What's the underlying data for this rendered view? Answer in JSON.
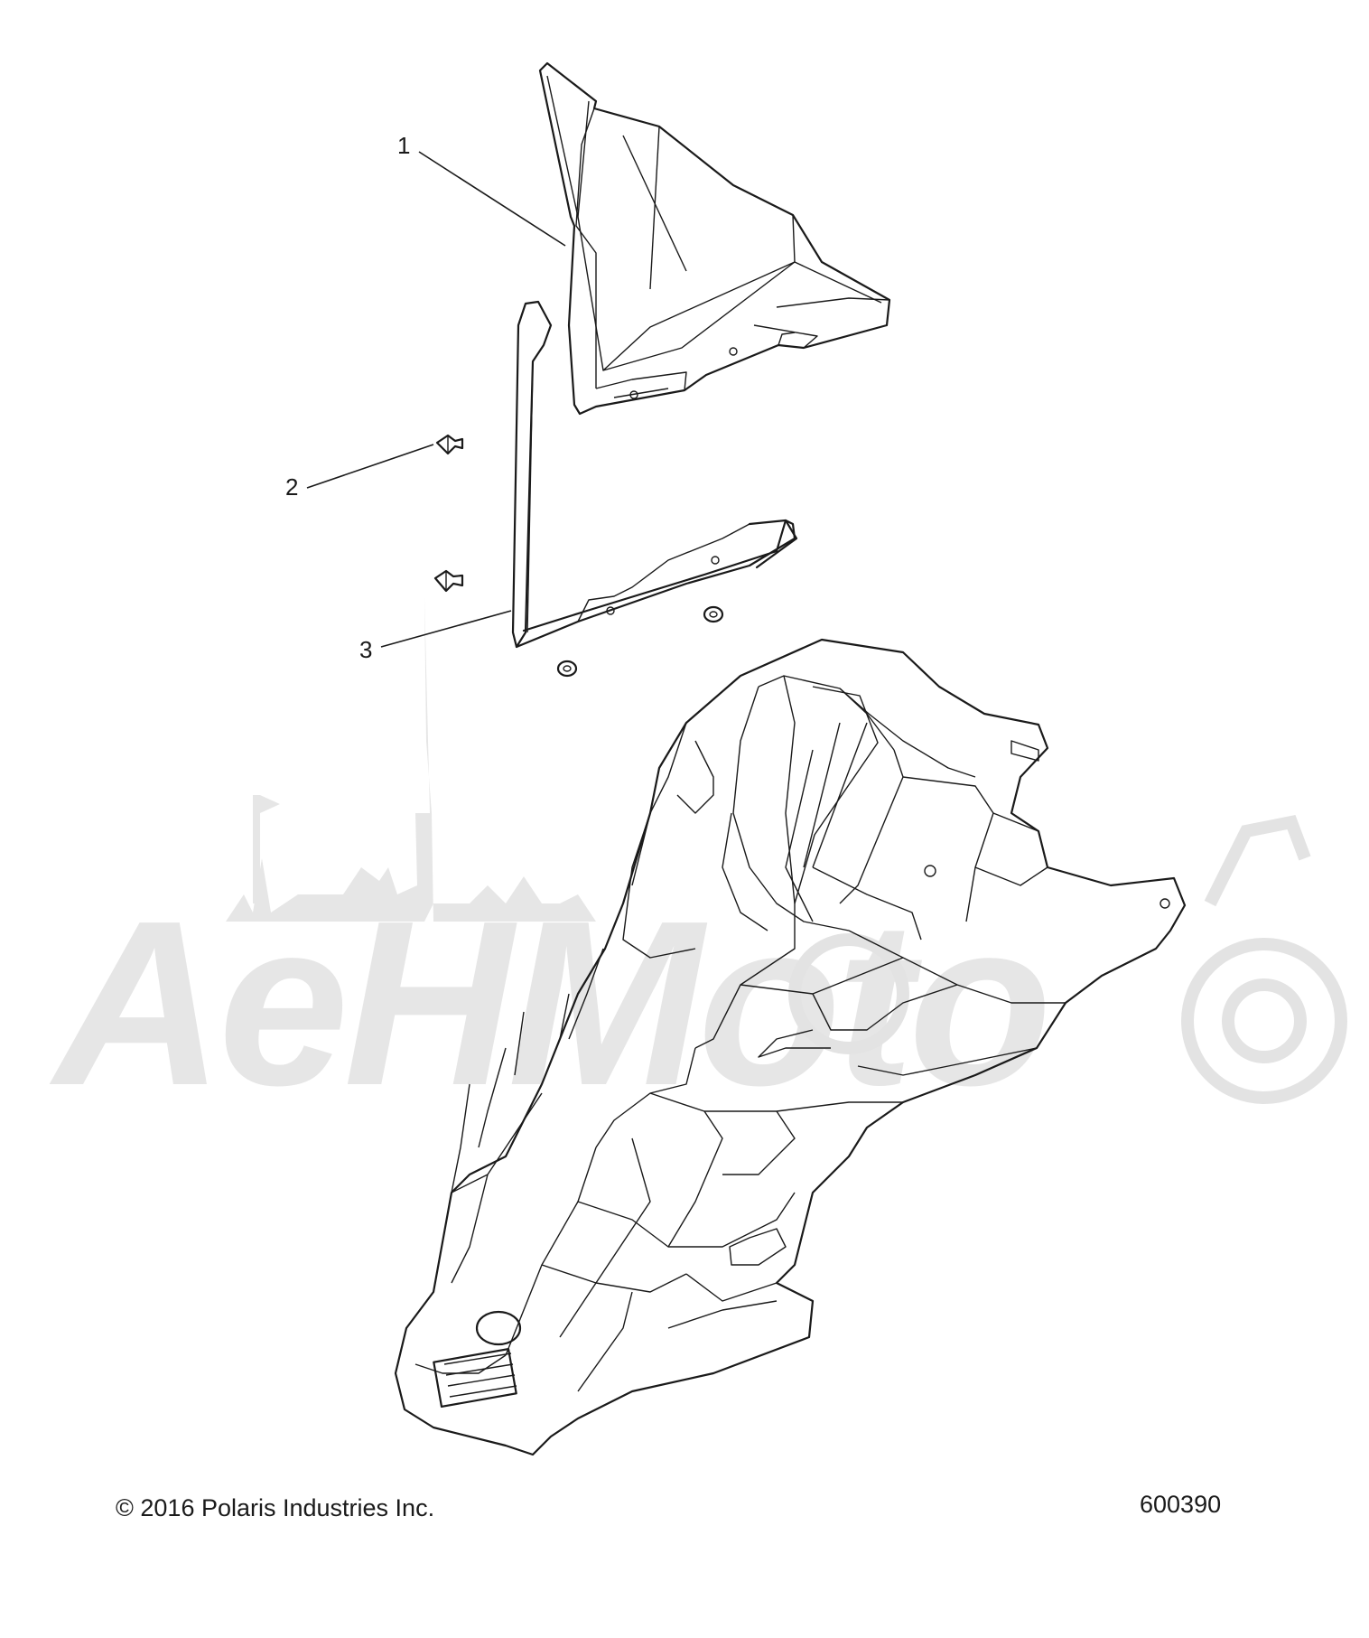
{
  "callouts": [
    {
      "id": "1",
      "label": "1"
    },
    {
      "id": "2",
      "label": "2"
    },
    {
      "id": "3",
      "label": "3"
    }
  ],
  "footer": {
    "copyright": "© 2016 Polaris Industries Inc.",
    "diagram_number": "600390"
  },
  "watermark": {
    "text": "AeHMoto",
    "color": "#e6e6e6"
  },
  "colors": {
    "line": "#1a1a1a",
    "background": "#ffffff"
  }
}
